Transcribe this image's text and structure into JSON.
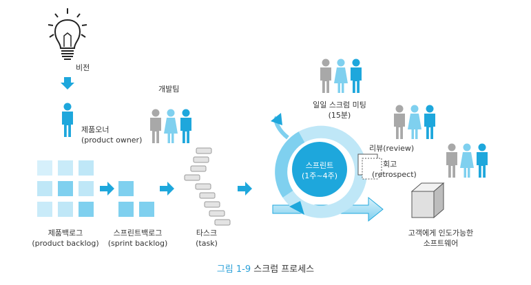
{
  "labels": {
    "vision": "비전",
    "team": "개발팀",
    "product_owner_ko": "제품오너",
    "product_owner_en": "(product owner)",
    "daily_scrum": "일일 스크럼 미팅",
    "daily_scrum_time": "(15분)",
    "review": "리뷰(review)",
    "retro_ko": "회고",
    "retro_en": "(retrospect)",
    "sprint": "스프린트",
    "sprint_duration": "(1주~4주)",
    "product_backlog_ko": "제품백로그",
    "product_backlog_en": "(product backlog)",
    "sprint_backlog_ko": "스프린트백로그",
    "sprint_backlog_en": "(sprint backlog)",
    "task_ko": "타스크",
    "task_en": "(task)",
    "deliverable_line1": "고객에게 인도가능한",
    "deliverable_line2": "소프트웨어"
  },
  "caption": {
    "figure": "그림 1-9",
    "title": "스크럼 프로세스"
  },
  "colors": {
    "blue": "#1ea7dc",
    "light_blue": "#bfe7f7",
    "mid_blue": "#7fd0ef",
    "gray_person": "#a8a8a8",
    "task_fill": "#e3e3e3",
    "task_stroke": "#9a9a9a"
  }
}
